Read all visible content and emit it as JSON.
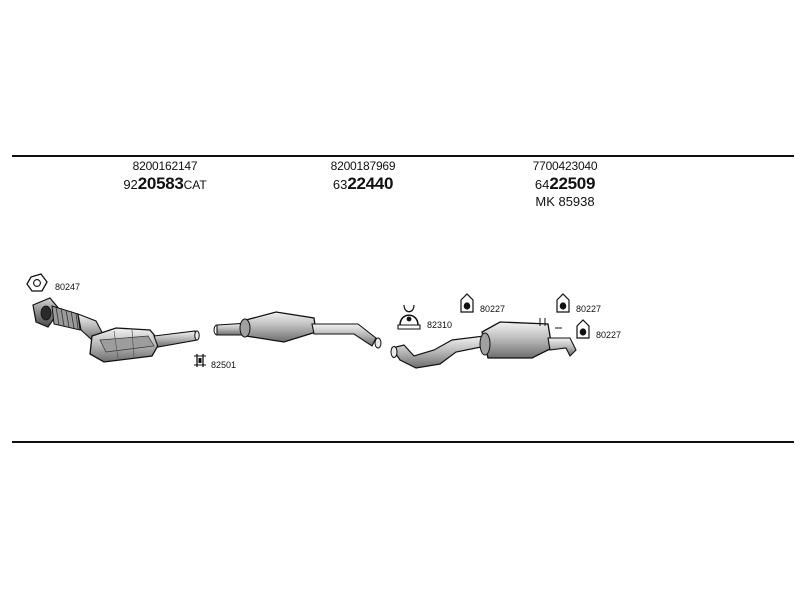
{
  "parts": {
    "catalytic_converter": {
      "oe_number": "8200162147",
      "catalog_prefix": "92",
      "catalog_main": "20583",
      "catalog_suffix": "CAT"
    },
    "middle_silencer": {
      "oe_number": "8200187969",
      "catalog_prefix": "63",
      "catalog_main": "22440"
    },
    "rear_silencer": {
      "oe_number": "7700423040",
      "catalog_prefix": "64",
      "catalog_main": "22509",
      "kit_number": "MK 85938"
    }
  },
  "fittings": {
    "gasket": "80247",
    "clamp_front": "82501",
    "clamp_rear": "82310",
    "hanger_1": "80227",
    "hanger_2": "80227",
    "hanger_3": "80227"
  }
}
